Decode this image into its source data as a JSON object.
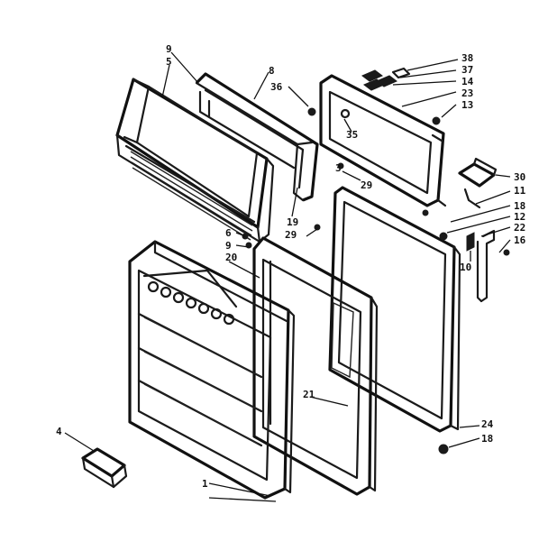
{
  "callouts": [
    {
      "id": "c9a",
      "text": "9"
    },
    {
      "id": "c5",
      "text": "5"
    },
    {
      "id": "c8",
      "text": "8"
    },
    {
      "id": "c36",
      "text": "36"
    },
    {
      "id": "c38",
      "text": "38"
    },
    {
      "id": "c37",
      "text": "37"
    },
    {
      "id": "c14",
      "text": "14"
    },
    {
      "id": "c23",
      "text": "23"
    },
    {
      "id": "c13",
      "text": "13"
    },
    {
      "id": "c35",
      "text": "35"
    },
    {
      "id": "c3",
      "text": "3"
    },
    {
      "id": "c29a",
      "text": "29"
    },
    {
      "id": "c30",
      "text": "30"
    },
    {
      "id": "c11",
      "text": "11"
    },
    {
      "id": "c18a",
      "text": "18"
    },
    {
      "id": "c12",
      "text": "12"
    },
    {
      "id": "c22",
      "text": "22"
    },
    {
      "id": "c16",
      "text": "16"
    },
    {
      "id": "c10",
      "text": "10"
    },
    {
      "id": "c19",
      "text": "19"
    },
    {
      "id": "c29b",
      "text": "29"
    },
    {
      "id": "c6",
      "text": "6"
    },
    {
      "id": "c9b",
      "text": "9"
    },
    {
      "id": "c20",
      "text": "20"
    },
    {
      "id": "c21",
      "text": "21"
    },
    {
      "id": "c24",
      "text": "24"
    },
    {
      "id": "c18b",
      "text": "18"
    },
    {
      "id": "c4",
      "text": "4"
    },
    {
      "id": "c1",
      "text": "1"
    }
  ]
}
